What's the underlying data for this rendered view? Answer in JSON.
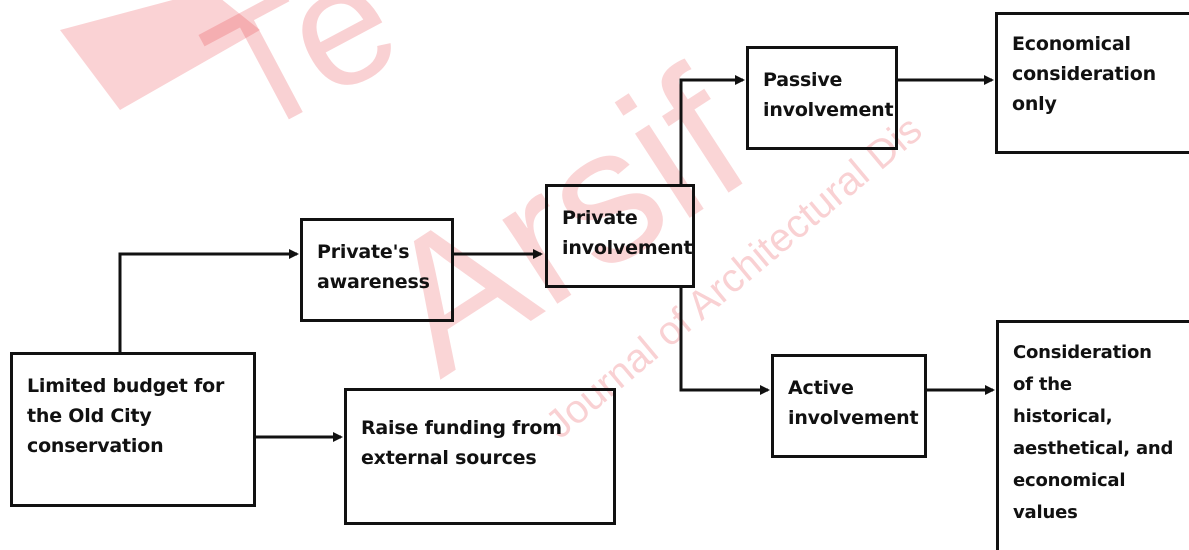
{
  "watermark": {
    "text_1": "Te",
    "text_2": "Arsif",
    "text_3": "Journal of Architectural Dis",
    "color": "#e8313a"
  },
  "nodes": {
    "limited_budget": "Limited budget for\nthe Old City\nconservation",
    "raise_funding": "Raise funding from\nexternal sources",
    "privates_awareness": "Private's\nawareness",
    "private_involvement": "Private\ninvolvement",
    "passive_involvement": "Passive\ninvolvement",
    "active_involvement": "Active\ninvolvement",
    "economical_only": "Economical\nconsideration\nonly",
    "historical_values": "Consideration\nof the historical,\naesthetical, and\neconomical\nvalues"
  },
  "colors": {
    "line": "#111111"
  }
}
